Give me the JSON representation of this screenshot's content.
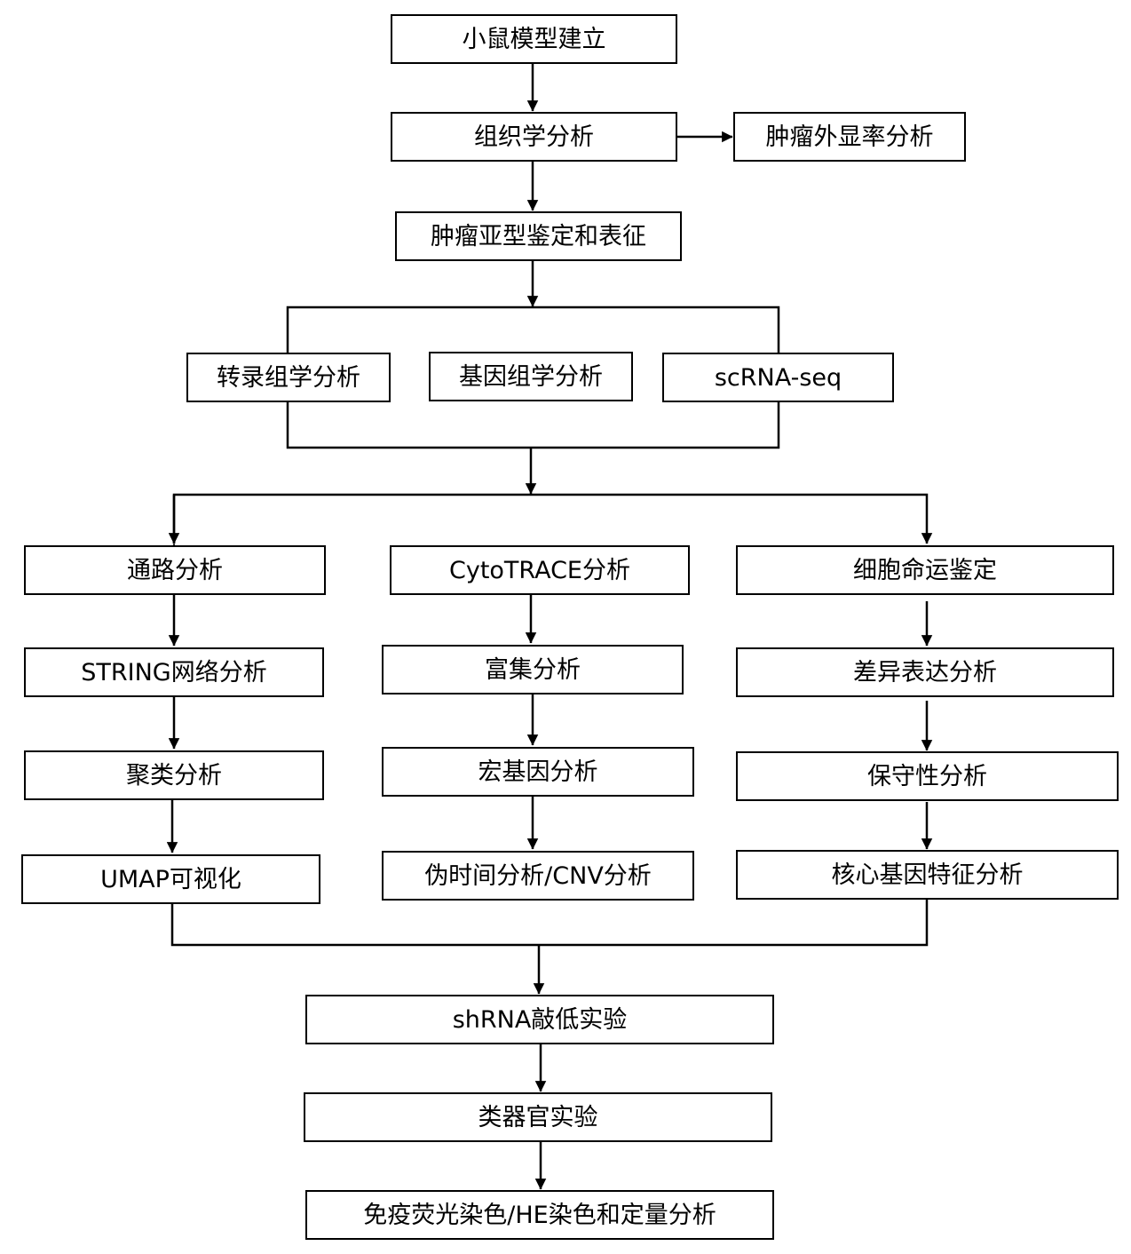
{
  "nodes": {
    "mouse_model": "小鼠模型建立",
    "histology": "组织学分析",
    "penetrance": "肿瘤外显率分析",
    "subtype": "肿瘤亚型鉴定和表征",
    "transcriptomics": "转录组学分析",
    "genomics": "基因组学分析",
    "scrnaseq": "scRNA-seq",
    "pathway": "通路分析",
    "string": "STRING网络分析",
    "clustering": "聚类分析",
    "umap": "UMAP可视化",
    "cytotrace": "CytoTRACE分析",
    "enrichment": "富集分析",
    "metagene": "宏基因分析",
    "pseudotime": "伪时间分析/CNV分析",
    "cellfate": "细胞命运鉴定",
    "diffexpr": "差异表达分析",
    "conservation": "保守性分析",
    "coregene": "核心基因特征分析",
    "shrna": "shRNA敲低实验",
    "organoid": "类器官实验",
    "staining": "免疫荧光染色/HE染色和定量分析"
  }
}
